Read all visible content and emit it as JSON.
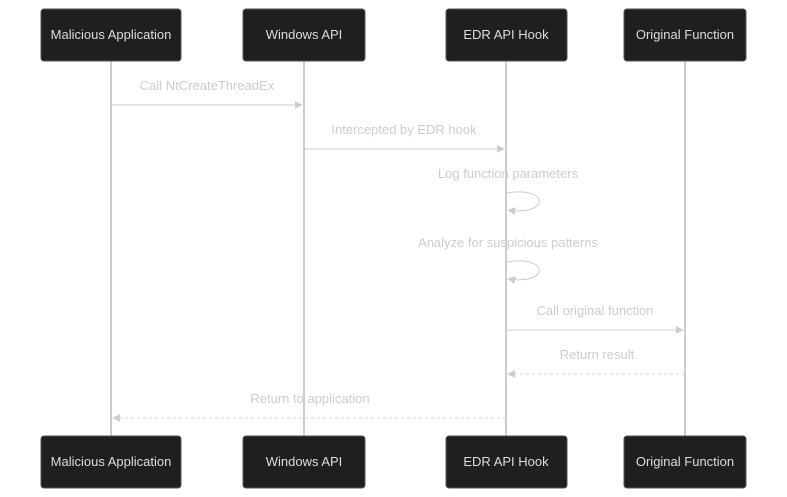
{
  "participants": [
    {
      "name": "Malicious Application"
    },
    {
      "name": "Windows API"
    },
    {
      "name": "EDR API Hook"
    },
    {
      "name": "Original Function"
    }
  ],
  "messages": [
    {
      "from": 0,
      "to": 1,
      "text": "Call NtCreateThreadEx",
      "style": "solid"
    },
    {
      "from": 1,
      "to": 2,
      "text": "Intercepted by EDR hook",
      "style": "solid"
    },
    {
      "from": 2,
      "to": 2,
      "text": "Log function parameters",
      "style": "solid"
    },
    {
      "from": 2,
      "to": 2,
      "text": "Analyze for suspicious patterns",
      "style": "solid"
    },
    {
      "from": 2,
      "to": 3,
      "text": "Call original function",
      "style": "solid"
    },
    {
      "from": 3,
      "to": 2,
      "text": "Return result",
      "style": "dashed"
    },
    {
      "from": 2,
      "to": 0,
      "text": "Return to application",
      "style": "dashed"
    }
  ],
  "colors": {
    "actor_fill": "#1f1f1f",
    "actor_border": "#555555",
    "actor_text": "#dddddd",
    "line": "#cccccc",
    "background": "#ffffff"
  }
}
